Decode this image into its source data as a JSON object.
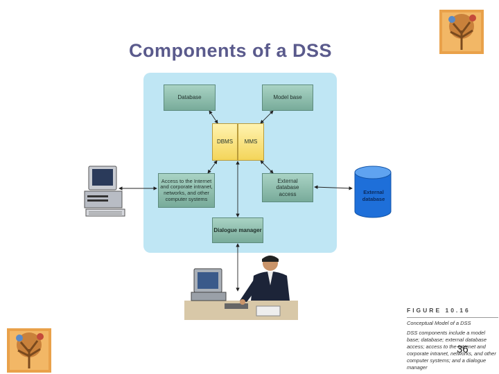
{
  "title": "Components of a DSS",
  "boxes": {
    "database": "Database",
    "model_base": "Model base",
    "dbms": "DBMS",
    "mms": "MMS",
    "internet_access": "Access to the Internet and corporate intranet, networks, and other computer systems",
    "external_access": "External database access",
    "dialogue_manager": "Dialogue manager",
    "external_database": "External database"
  },
  "figure": {
    "label": "FIGURE 10.16",
    "subtitle": "Conceptual Model of a DSS",
    "caption": "DSS components include a model base; database; external database access; access to the Internet and corporate intranet, networks, and other computer systems; and a dialogue manager"
  },
  "page_number": "36",
  "colors": {
    "panel": "#bfe6f4",
    "component_box": "#8fbfae",
    "central_box": "#f4d55a",
    "title": "#5a5a8c",
    "database_cylinder": "#1e6fd9"
  }
}
